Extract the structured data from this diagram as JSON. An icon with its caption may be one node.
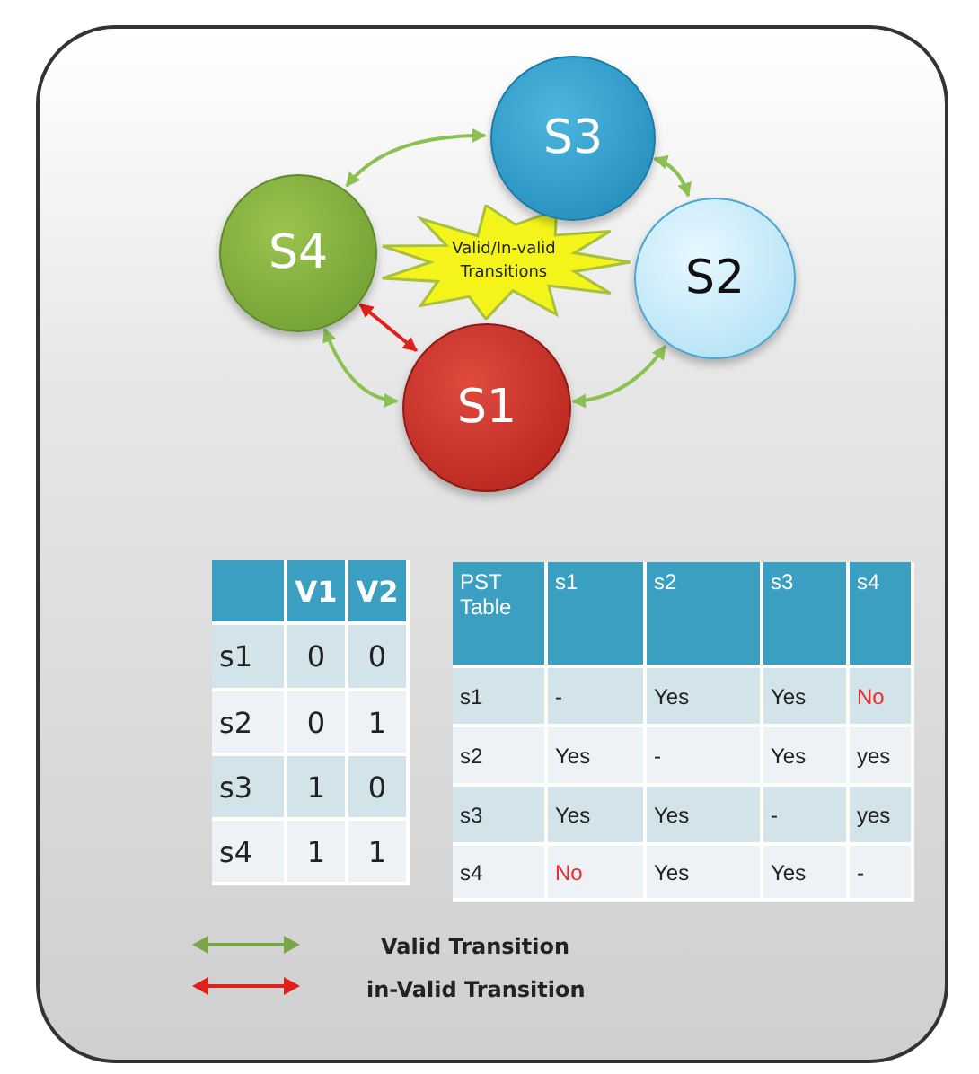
{
  "diagram": {
    "nodes": [
      {
        "text": [
          "S3"
        ]
      },
      {
        "text": [
          "S4"
        ]
      },
      {
        "text": [
          "Valid/In-valid Transitions"
        ]
      },
      {
        "text": [
          "S2"
        ]
      },
      {
        "text": [
          "S1"
        ]
      }
    ],
    "edges": [
      {
        "from": 1,
        "to": 0,
        "arrow": "both"
      },
      {
        "from": 0,
        "to": 3,
        "arrow": "both"
      },
      {
        "from": 3,
        "to": 4,
        "arrow": "both"
      },
      {
        "from": 4,
        "to": 1,
        "arrow": "both"
      },
      {
        "from": 1,
        "to": 4,
        "arrow": "both",
        "color": "#e0201b"
      }
    ],
    "labels": [
      "V1",
      "V2",
      "s1",
      "0",
      "0",
      "s2",
      "0",
      "1",
      "s3",
      "1",
      "0",
      "s4",
      "1",
      "1",
      "PST Table",
      "s1",
      "s2",
      "s3",
      "s4",
      "s1",
      "-",
      "Yes",
      "Yes",
      "No",
      "s2",
      "Yes",
      "-",
      "Yes",
      "yes",
      "s3",
      "Yes",
      "Yes",
      "-",
      "yes",
      "s4",
      "No",
      "Yes",
      "Yes",
      "-"
    ],
    "legend": [
      {
        "text": "Valid Transition",
        "color": "#7aa64a"
      },
      {
        "text": "in-Valid Transition",
        "color": "#e0201b"
      }
    ]
  }
}
